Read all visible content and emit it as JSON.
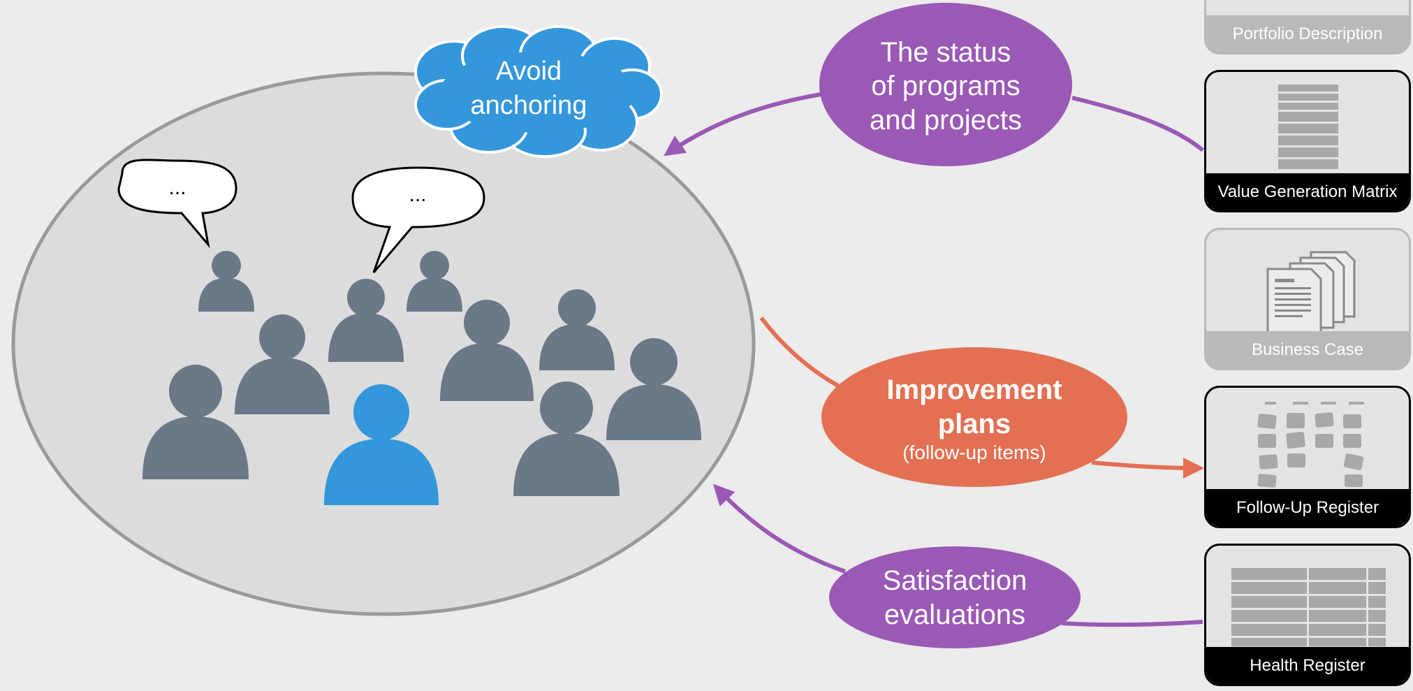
{
  "group": {
    "speech_bubble_1": "...",
    "speech_bubble_2": "..."
  },
  "cloud": {
    "line1": "Avoid",
    "line2": "anchoring"
  },
  "nodes": {
    "status": {
      "line1": "The status",
      "line2": "of programs",
      "line3": "and projects"
    },
    "improvement": {
      "line1": "Improvement",
      "line2": "plans",
      "line3": "(follow-up items)"
    },
    "satisfaction": {
      "line1": "Satisfaction",
      "line2": "evaluations"
    }
  },
  "cards": {
    "portfolio_description": "Portfolio Description",
    "value_generation_matrix": "Value Generation Matrix",
    "business_case": "Business Case",
    "follow_up_register": "Follow-Up Register",
    "health_register": "Health Register"
  },
  "colors": {
    "background": "#ececec",
    "group_fill": "#dcdcdc",
    "person": "#6b7888",
    "person_highlight": "#3497db",
    "purple": "#9a59b5",
    "orange": "#e37053",
    "cloud": "#3497db"
  }
}
